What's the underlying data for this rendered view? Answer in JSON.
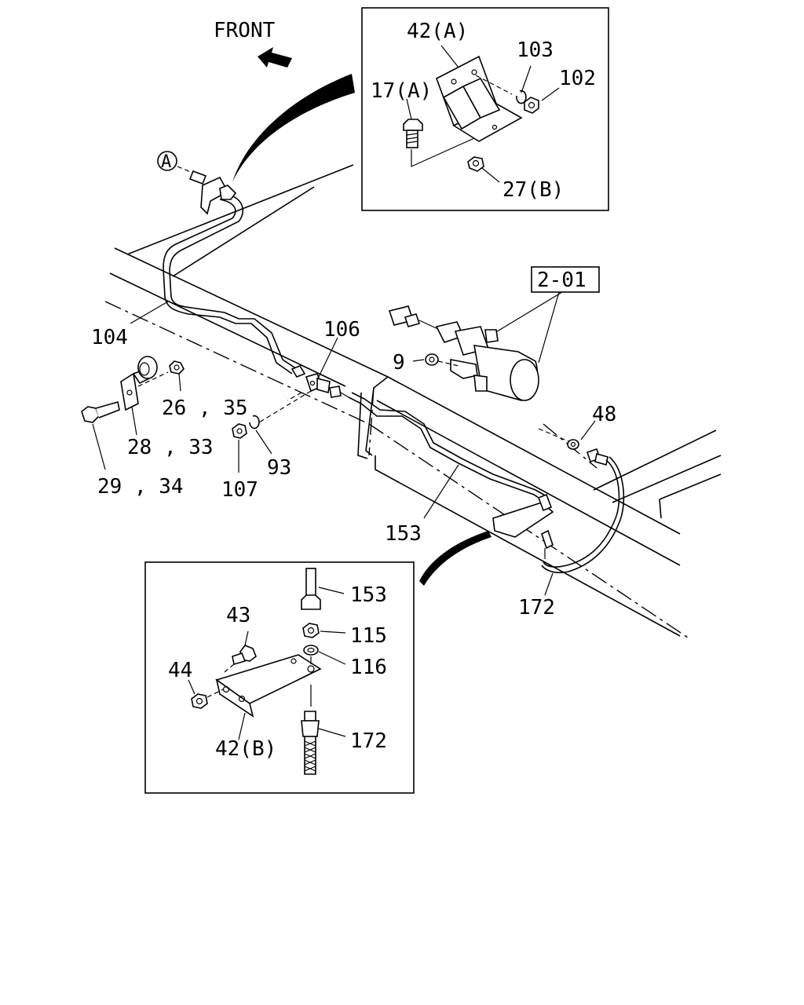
{
  "direction_label": "FRONT",
  "ref_box": "2-01",
  "circle_ref": "A",
  "callouts": {
    "c_42A": "42(A)",
    "c_103": "103",
    "c_102": "102",
    "c_17A": "17(A)",
    "c_27B": "27(B)",
    "c_104": "104",
    "c_106": "106",
    "c_9": "9",
    "c_48": "48",
    "c_26_35": "26 , 35",
    "c_28_33": "28 , 33",
    "c_29_34": "29 , 34",
    "c_93": "93",
    "c_107": "107",
    "c_153": "153",
    "c_172": "172",
    "c_43": "43",
    "c_44": "44",
    "c_42B": "42(B)",
    "c_153b": "153",
    "c_115": "115",
    "c_116": "116",
    "c_172b": "172"
  }
}
